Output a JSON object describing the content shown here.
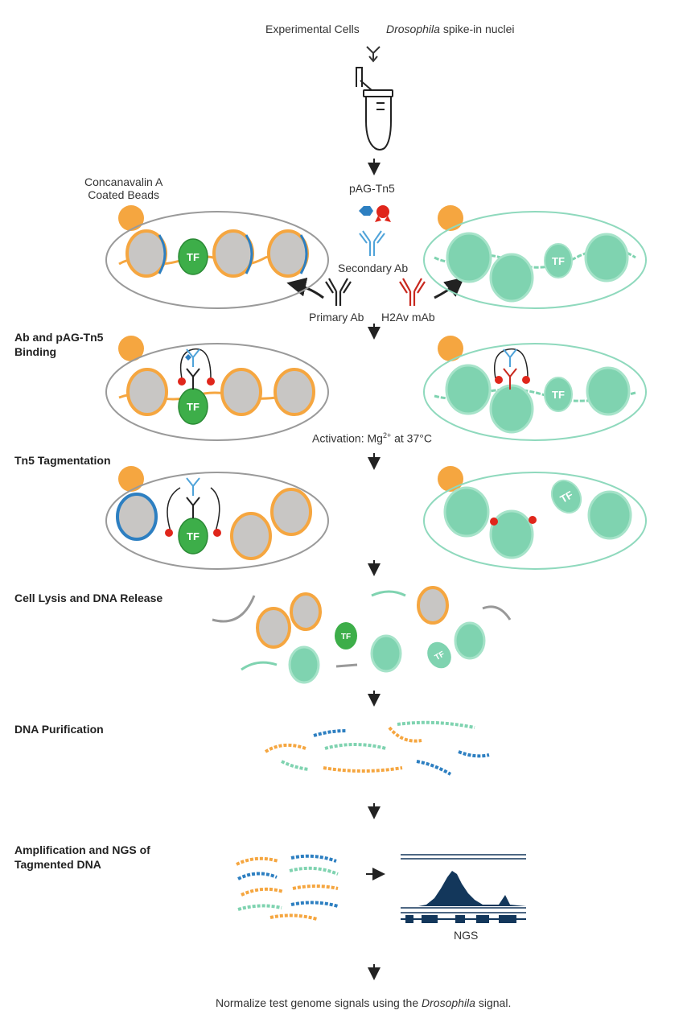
{
  "top": {
    "experimental_cells": "Experimental Cells",
    "spike_in_italic": "Drosophila",
    "spike_in_rest": " spike-in nuclei"
  },
  "reagents": {
    "concanavalin_line1": "Concanavalin A",
    "concanavalin_line2": "Coated Beads",
    "pag_tn5": "pAG-Tn5",
    "secondary_ab": "Secondary Ab",
    "primary_ab": "Primary Ab",
    "h2av_mab": "H2Av mAb",
    "tf": "TF"
  },
  "steps": {
    "ab_binding_line1": "Ab and pAG-Tn5",
    "ab_binding_line2": "Binding",
    "activation_prefix": "Activation: Mg",
    "activation_sup": "2+",
    "activation_suffix": " at 37°C",
    "tagmentation": "Tn5 Tagmentation",
    "lysis": "Cell Lysis and DNA Release",
    "purification": "DNA Purification",
    "amplification_line1": "Amplification and NGS of",
    "amplification_line2": "Tagmented DNA",
    "ngs": "NGS"
  },
  "footer": {
    "prefix": "Normalize test genome signals using the ",
    "italic": "Drosophila",
    "suffix": " signal."
  },
  "colors": {
    "bead": "#F5A640",
    "nucleosome": "#C8C6C4",
    "dna_blue": "#2D7FC1",
    "dna_orange": "#F5A640",
    "tf_green": "#3DAE49",
    "drosophila_teal": "#7FD3B0",
    "red": "#E0261B",
    "antibody_blue": "#4FA3D9",
    "ngs_navy": "#13375B"
  }
}
